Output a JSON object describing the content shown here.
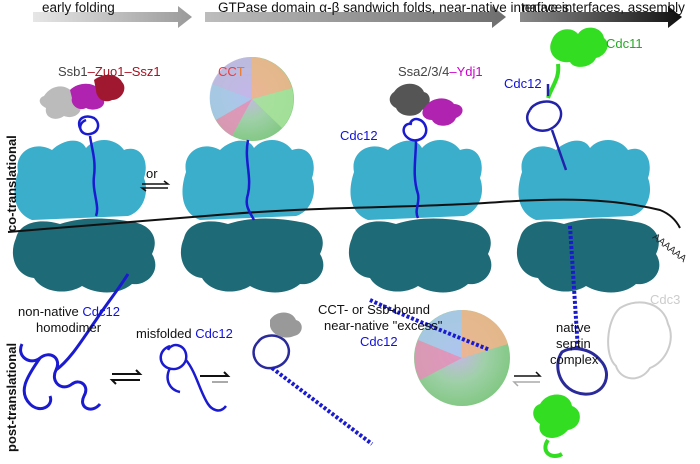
{
  "stages": {
    "s1": "early folding",
    "s2": "GTPase domain α-β sandwich folds, near-native interfaces",
    "s3": "native interfaces, assembly"
  },
  "rows": {
    "co": "co-translational",
    "post": "post-translational"
  },
  "labels": {
    "ssb1": "Ssb1",
    "dash": "–",
    "zuo1": "Zuo1",
    "ssz1": "Ssz1",
    "cct_c1": "C",
    "cct_c2": "C",
    "cct_t": "T",
    "or": "or",
    "ssa": "Ssa2/3/4",
    "ydj1": "Ydj1",
    "cdc12": "Cdc12",
    "cdc11": "Cdc11",
    "cdc3": "Cdc3",
    "polya": "AAAAAA",
    "nonnative": "non-native",
    "homodimer": "homodimer",
    "misfolded": "misfolded",
    "bound1": "CCT- or Ssb-bound",
    "bound2": "near-native \"excess\"",
    "native": "native",
    "septin": "septin",
    "complex": "complex"
  },
  "colors": {
    "ribosome_small": "#3aaecb",
    "ribosome_large": "#1e6a77",
    "chain": "#1a1ad0",
    "cdc11": "#33dd22",
    "ssb1": "#bbbbbb",
    "zuo1": "#b01535",
    "ydj1": "#b022b0",
    "ssa": "#555555"
  }
}
